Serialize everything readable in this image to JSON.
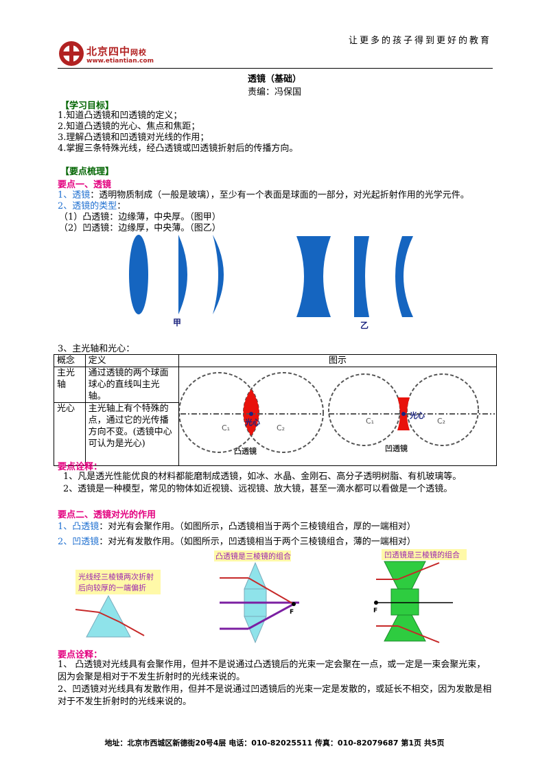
{
  "header": {
    "slogan": "让更多的孩子得到更好的教育",
    "logo_name": "北京四中",
    "logo_sub": "网校",
    "logo_url": "www.etiantian.com"
  },
  "doc": {
    "title": "透镜（基础）",
    "editor": "责编：冯保国"
  },
  "goals": {
    "heading": "【学习目标】",
    "items": [
      "1.知道凸透镜和凹透镜的定义；",
      "2.知道凸透镜的光心、焦点和焦距；",
      "3.理解凸透镜和凹透镜对光线的作用；",
      "4.掌握三条特殊光线，经凸透镜或凹透镜折射后的传播方向。"
    ]
  },
  "points": {
    "heading": "【要点梳理】",
    "p1_title": "要点一、透镜",
    "p1_def_label": "1、透镜",
    "p1_def_text": "：透明物质制成（一般是玻璃），至少有一个表面是球面的一部分，对光起折射作用的光学元件。",
    "p1_types_label": "2、透镜的类型",
    "p1_types_colon": "：",
    "convex_line": "（1）凸透镜：边缘薄，中央厚。（图甲）",
    "concave_line": "（2）凹透镜：边缘厚，中央薄。（图乙）",
    "fig_jia": "甲",
    "fig_yi": "乙",
    "axis_title": "3、主光轴和光心：",
    "table": {
      "headers": [
        "概念",
        "定义",
        "图示"
      ],
      "row1_name": "主光轴",
      "row1_def": "通过透镜的两个球面球心的直线叫主光轴。",
      "row2_name": "光心",
      "row2_def": "主光轴上有个特殊的点，通过它的光传播方向不变。(透镜中心可认为是光心)"
    },
    "diagram": {
      "c1": "C₁",
      "c2": "C₂",
      "center_label": "光心",
      "convex_caption": "凸透镜",
      "concave_caption": "凹透镜"
    },
    "note1_title": "要点诠释：",
    "note1_items": [
      "1、凡是透光性能优良的材料都能磨制成透镜，如冰、水晶、金刚石、高分子透明树脂、有机玻璃等。",
      "2、透镜是一种模型，常见的物体如近视镜、远视镜、放大镜，甚至一滴水都可以看做是一个透镜。"
    ],
    "p2_title": "要点二、透镜对光的作用",
    "p2_convex_label": "1、凸透镜",
    "p2_convex_text": "：对光有会聚作用。（如图所示，凸透镜相当于两个三棱镜组合，厚的一端相对）",
    "p2_concave_label": "2、凹透镜",
    "p2_concave_text": "：对光有发散作用。（如图所示，凹透镜相当于两个三棱镜组合，薄的一端相对）",
    "prism_caption_1": "光线经三棱镜两次折射",
    "prism_caption_2": "后向较厚的一端偏折",
    "convex_combo": "凸透镜是三棱镜的组合",
    "concave_combo": "凹透镜是三棱镜的组合",
    "focus_label": "F",
    "note2_title": "要点诠释：",
    "note2_p1": "1、 凸透镜对光线具有会聚作用，但并不是说通过凸透镜后的光束一定会聚在一点，或一定是一束会聚光束，因为会聚是相对于不发生折射时的光线来说的。",
    "note2_p2": "2、凹透镜对光线具有发散作用，但并不是说通过凹透镜后的光束一定是发散的，或延长不相交，因为发散是相对于不发生折射时的光线来说的。"
  },
  "footer": {
    "text": "地址：北京市西城区新德街20号4层  电话：010-82025511  传真：010-82079687    第1页  共5页"
  },
  "colors": {
    "lens_blue": "#1565c0",
    "red_lens": "#e8120c",
    "green_head": "#006400",
    "magenta_head": "#e3007f",
    "link_blue": "#1e6fd0",
    "prism_cyan": "#8fe3ea",
    "green_prism": "#2ecc40"
  }
}
